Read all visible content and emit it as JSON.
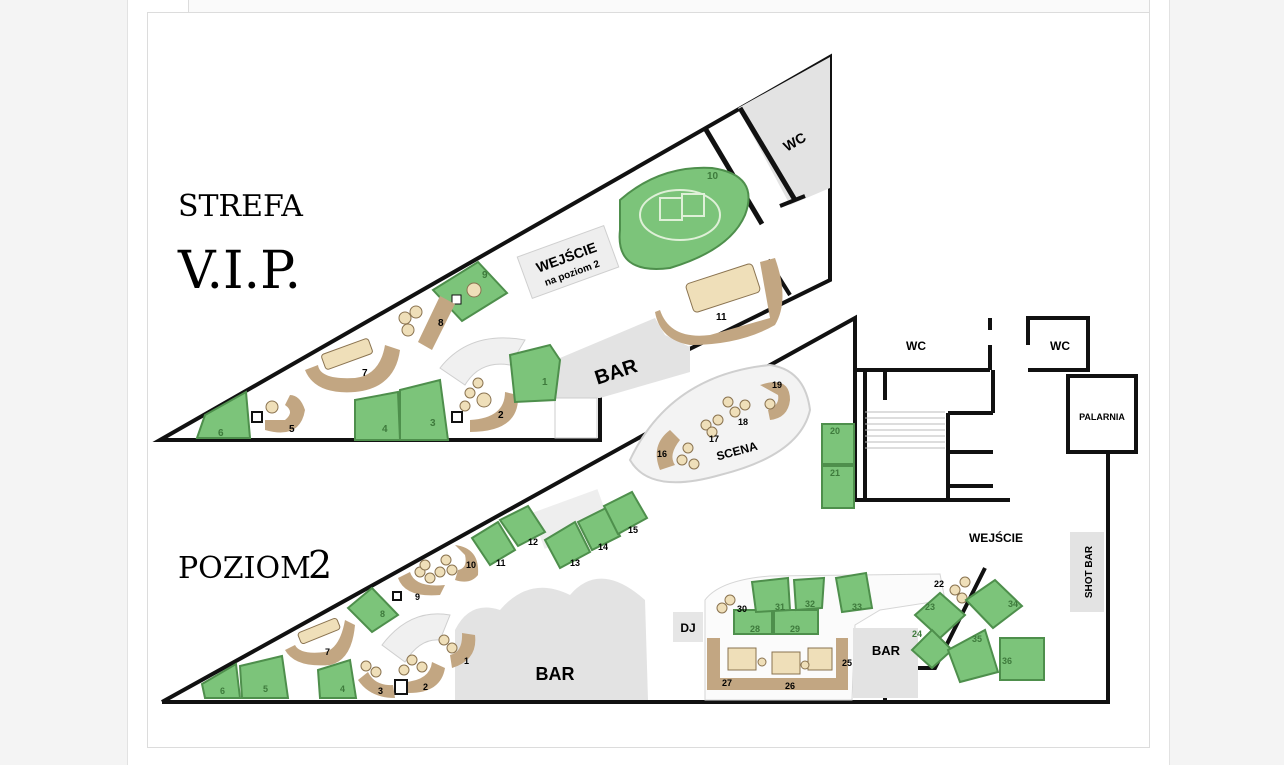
{
  "vip": {
    "title_line1": "STREFA",
    "title_line2": "V.I.P.",
    "wc": "WC",
    "entrance_title": "WEJŚCIE",
    "entrance_sub": "na poziom 2",
    "bar": "BAR",
    "tables": [
      "1",
      "2",
      "3",
      "4",
      "5",
      "6",
      "7",
      "8",
      "9",
      "10",
      "11"
    ]
  },
  "level2": {
    "title_word": "POZIOM",
    "title_num": "2",
    "wc_1": "WC",
    "wc_2": "WC",
    "smoking": "PALARNIA",
    "scene": "SCENA",
    "entrance": "WEJŚCIE",
    "shot_bar": "SHOT BAR",
    "bar_main": "BAR",
    "bar_small": "BAR",
    "dj": "DJ",
    "tables": [
      "1",
      "2",
      "3",
      "4",
      "5",
      "6",
      "7",
      "8",
      "9",
      "10",
      "11",
      "12",
      "13",
      "14",
      "15",
      "16",
      "17",
      "18",
      "19",
      "20",
      "21",
      "22",
      "23",
      "24",
      "25",
      "26",
      "27",
      "28",
      "29",
      "30",
      "31",
      "32",
      "33",
      "34",
      "35",
      "36"
    ]
  },
  "colors": {
    "table_green": "#7cc47a",
    "table_green_dark": "#4e8f4c",
    "sofa_brown": "#c2a682",
    "seat_cream": "#efdfb9",
    "bar_grey": "#e3e3e3",
    "wall": "#111111"
  }
}
